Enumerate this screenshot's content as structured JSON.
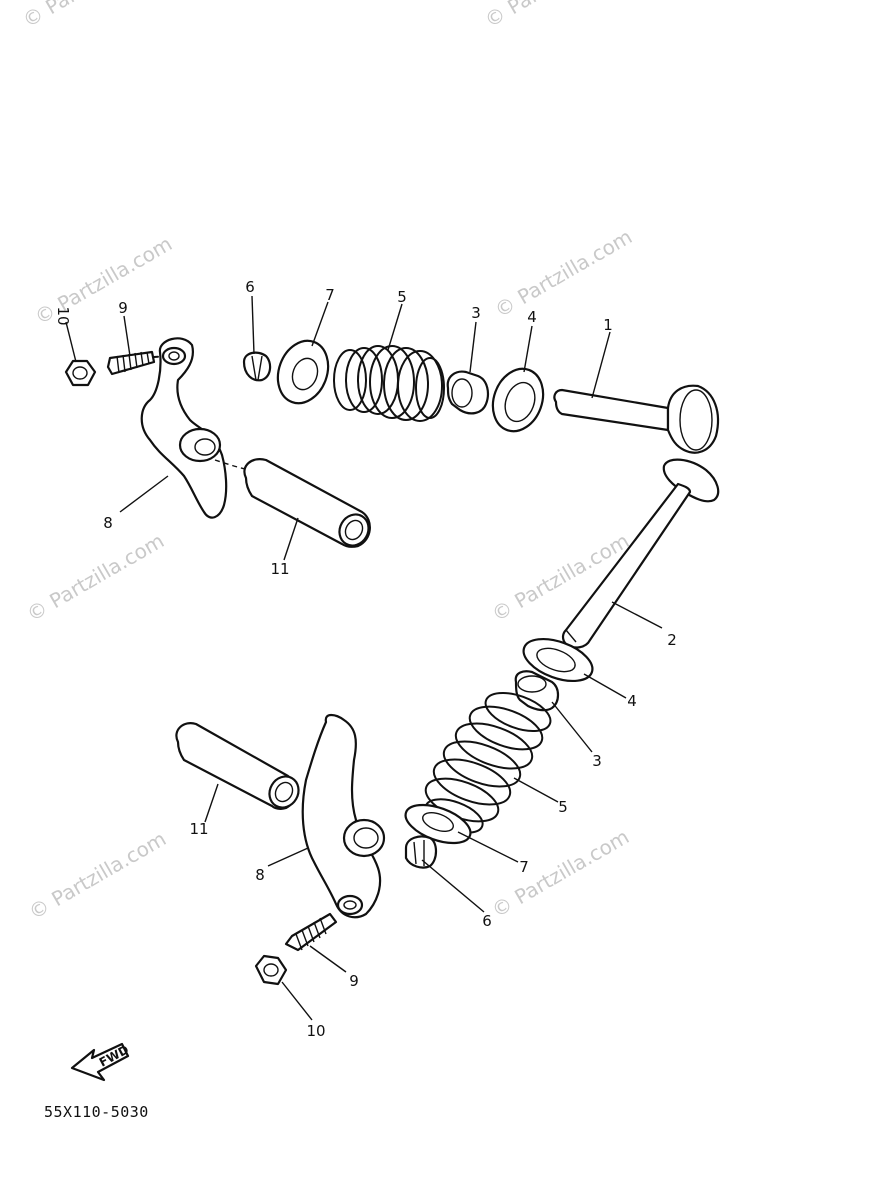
{
  "watermark": "© Partzilla.com",
  "diagram_code": "55X110-5030",
  "fwd_label": "FWD",
  "callouts": {
    "top_valve": "1",
    "bottom_valve": "2",
    "top_cotter_seat": "3",
    "bottom_cotter_seat": "3",
    "top_spring_seat": "4",
    "bottom_spring_seat": "4",
    "top_spring": "5",
    "bottom_spring": "5",
    "top_cotter": "6",
    "bottom_cotter": "6",
    "top_retainer": "7",
    "bottom_retainer": "7",
    "top_rocker_arm": "8",
    "bottom_rocker_arm": "8",
    "top_adjuster": "9",
    "bottom_adjuster": "9",
    "top_nut": "10",
    "bottom_nut": "10",
    "top_shaft": "11",
    "bottom_shaft": "11"
  }
}
